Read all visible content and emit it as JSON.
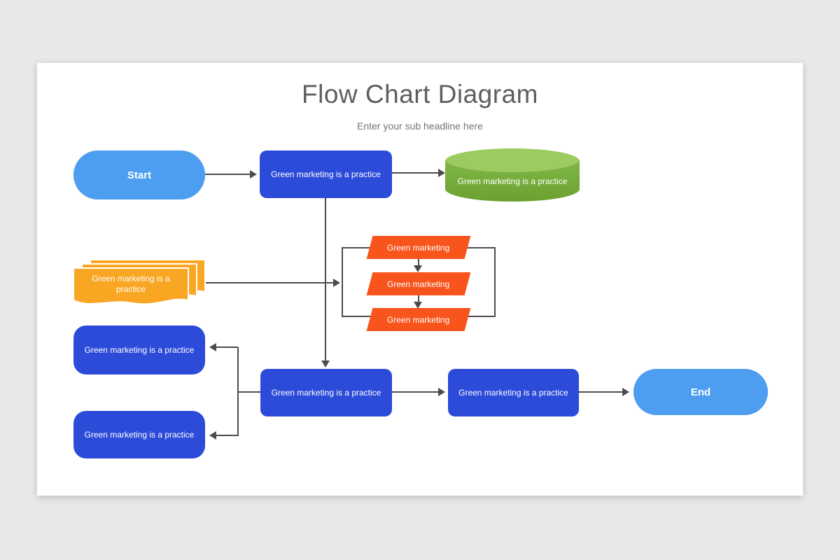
{
  "slide": {
    "title": "Flow Chart Diagram",
    "subtitle": "Enter your sub headline here"
  },
  "nodes": {
    "start": {
      "label": "Start",
      "shape": "terminator-pill"
    },
    "process1": {
      "label": "Green marketing is a practice",
      "shape": "process-rectangle"
    },
    "database": {
      "label": "Green marketing is a practice",
      "shape": "cylinder"
    },
    "documents": {
      "label": "Green marketing is a practice",
      "shape": "multi-document"
    },
    "list_items": [
      {
        "label": "Green marketing",
        "shape": "parallelogram"
      },
      {
        "label": "Green marketing",
        "shape": "parallelogram"
      },
      {
        "label": "Green marketing",
        "shape": "parallelogram"
      }
    ],
    "branch_top": {
      "label": "Green marketing is a practice",
      "shape": "rounded-rectangle"
    },
    "branch_bottom": {
      "label": "Green marketing is a practice",
      "shape": "rounded-rectangle"
    },
    "process2": {
      "label": "Green marketing is a practice",
      "shape": "process-rectangle"
    },
    "process3": {
      "label": "Green marketing is a practice",
      "shape": "process-rectangle"
    },
    "end": {
      "label": "End",
      "shape": "terminator-pill"
    }
  },
  "colors": {
    "canvas_background": "#E8E8E8",
    "slide_background": "#FFFFFF",
    "royal_blue": "#2C4BD9",
    "light_blue": "#4D9EF0",
    "amber": "#F9A623",
    "orange_red": "#F8541C",
    "green_cylinder_top": "#9CCB61",
    "green_cylinder_body": "#7AB13D",
    "connector": "#4C4C4C",
    "title_text": "#5E5E5E",
    "subtitle_text": "#757575"
  }
}
